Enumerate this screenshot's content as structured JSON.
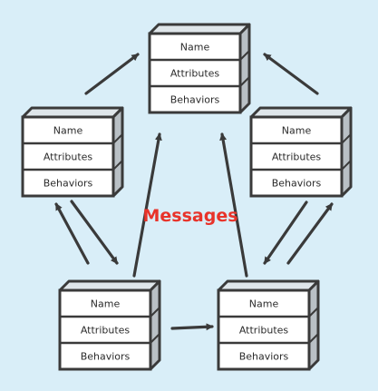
{
  "colors": {
    "background": "#d9eef8",
    "outline": "#3a3a3a",
    "box_front": "#ffffff",
    "box_top": "#dfe6ea",
    "box_side": "#b9c0c5",
    "message_text": "#e8332a"
  },
  "message_label": "Messages",
  "objects": [
    {
      "name": "Name",
      "attributes": "Attributes",
      "behaviors": "Behaviors"
    },
    {
      "name": "Name",
      "attributes": "Attributes",
      "behaviors": "Behaviors"
    },
    {
      "name": "Name",
      "attributes": "Attributes",
      "behaviors": "Behaviors"
    },
    {
      "name": "Name",
      "attributes": "Attributes",
      "behaviors": "Behaviors"
    },
    {
      "name": "Name",
      "attributes": "Attributes",
      "behaviors": "Behaviors"
    }
  ]
}
